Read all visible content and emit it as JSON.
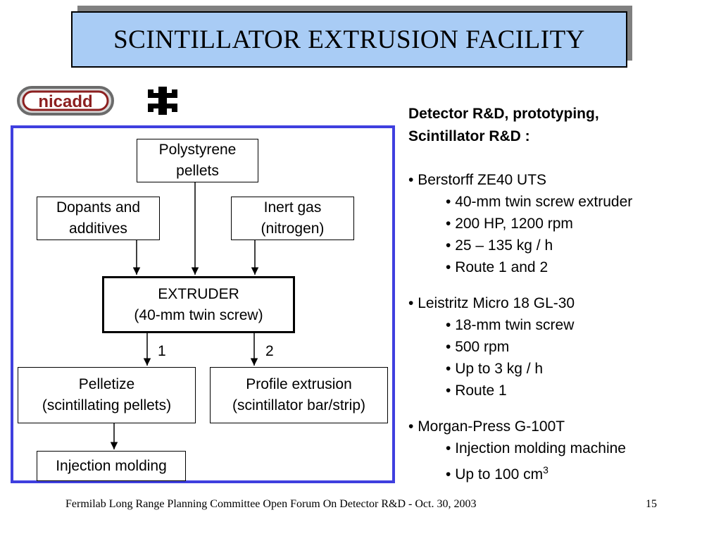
{
  "title": "SCINTILLATOR EXTRUSION FACILITY",
  "logos": {
    "nicadd": "nicadd"
  },
  "flow": {
    "nodes": {
      "polystyrene": [
        "Polystyrene",
        "pellets"
      ],
      "dopants": [
        "Dopants and",
        "additives"
      ],
      "inert_gas": [
        "Inert gas",
        "(nitrogen)"
      ],
      "extruder": [
        "EXTRUDER",
        "(40-mm twin screw)"
      ],
      "pelletize": [
        "Pelletize",
        "(scintillating pellets)"
      ],
      "profile": [
        "Profile extrusion",
        "(scintillator bar/strip)"
      ],
      "injection": [
        "Injection molding"
      ]
    },
    "route_labels": [
      "1",
      "2"
    ]
  },
  "panel": {
    "heading": [
      "Detector R&D, prototyping,",
      "Scintillator R&D :"
    ],
    "groups": [
      {
        "title": "Berstorff ZE40 UTS",
        "items": [
          "40-mm twin screw extruder",
          "200 HP, 1200 rpm",
          "25 – 135 kg / h",
          "Route 1 and 2"
        ]
      },
      {
        "title": "Leistritz Micro 18 GL-30",
        "items": [
          "18-mm twin screw",
          "500 rpm",
          "Up to 3 kg / h",
          "Route 1"
        ]
      },
      {
        "title": "Morgan-Press G-100T",
        "items": [
          "Injection molding machine",
          "Up to 100 cm"
        ],
        "last_item_sup": "3"
      }
    ]
  },
  "footer": {
    "text": "Fermilab Long Range Planning Committee Open Forum On Detector R&D - Oct. 30, 2003",
    "page": "15"
  },
  "colors": {
    "title_bg": "#a9ccf5",
    "frame": "#3f3fdf"
  }
}
